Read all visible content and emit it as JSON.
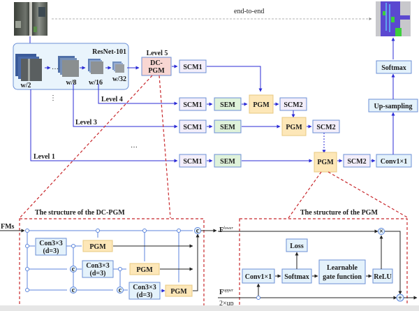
{
  "top": {
    "end_to_end_label": "end-to-end",
    "input_image": "aerial-input-image",
    "output_image": "segmentation-output-image"
  },
  "backbone": {
    "title": "ResNet-101",
    "scales": [
      "w/2",
      "w/8",
      "w/16",
      "w/32"
    ],
    "ellipsis": "…"
  },
  "levels": {
    "level5": "Level 5",
    "level4": "Level 4",
    "level3": "Level 3",
    "level1": "Level 1",
    "vertical_ellipsis": "⋮",
    "horizontal_ellipsis": "…"
  },
  "blocks": {
    "dcpgm_line1": "DC-",
    "dcpgm_line2": "PGM",
    "scm1": "SCM1",
    "scm2": "SCM2",
    "sem": "SEM",
    "pgm": "PGM",
    "conv1x1": "Conv1×1",
    "upsampling": "Up-sampling",
    "softmax": "Softmax"
  },
  "dcpgm_detail": {
    "title": "The structure of the DC-PGM",
    "input_label": "FMs",
    "conv_line1": "Con3×3",
    "conv_line2": "(d=3)",
    "pgm": "PGM",
    "concat_symbol": "c"
  },
  "pgm_detail": {
    "title": "The structure of the PGM",
    "f_lower": "F",
    "f_lower_sup": "lower",
    "f_upper": "F",
    "f_upper_sup": "upper",
    "upsample_label": "2×up",
    "conv": "Conv1×1",
    "softmax": "Softmax",
    "loss": "Loss",
    "gate_line1": "Learnable",
    "gate_line2": "gate function",
    "relu": "ReLU",
    "multiply_symbol": "×",
    "add_symbol": "+"
  },
  "colors": {
    "arrow_blue": "#2b2bd6",
    "dashed_red": "#c8282c",
    "box_border_blue": "#6b8fd6",
    "scm_fill": "#f3eefa",
    "sem_fill": "#dff2da",
    "pgm_fill": "#fde7b8",
    "dcpgm_fill": "#f8d6d2",
    "light_blue_fill": "#e4f2fb"
  }
}
